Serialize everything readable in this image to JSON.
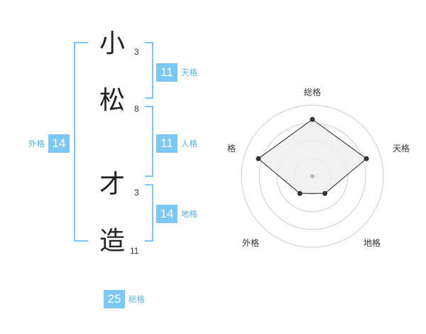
{
  "name_chars": [
    {
      "char": "小",
      "strokes": "3"
    },
    {
      "char": "松",
      "strokes": "8"
    },
    {
      "char": "才",
      "strokes": "3"
    },
    {
      "char": "造",
      "strokes": "11"
    }
  ],
  "badges": {
    "tenkaku": {
      "value": "11",
      "label": "天格"
    },
    "jinkaku": {
      "value": "11",
      "label": "人格"
    },
    "chikaku": {
      "value": "14",
      "label": "地格"
    },
    "gaikaku": {
      "value": "14",
      "label": "外格"
    },
    "soukaku": {
      "value": "25",
      "label": "総格"
    }
  },
  "chart_data": {
    "type": "radar",
    "axes": [
      "総格",
      "天格",
      "地格",
      "外格",
      "人格"
    ],
    "values": [
      0.8,
      0.8,
      0.3,
      0.3,
      0.8
    ],
    "range": [
      0,
      1
    ],
    "rings": 4,
    "colors": {
      "ring": "#cccccc",
      "fill": "#efefef",
      "line": "#222222",
      "point": "#333333",
      "center": "#bbbbbb"
    }
  }
}
